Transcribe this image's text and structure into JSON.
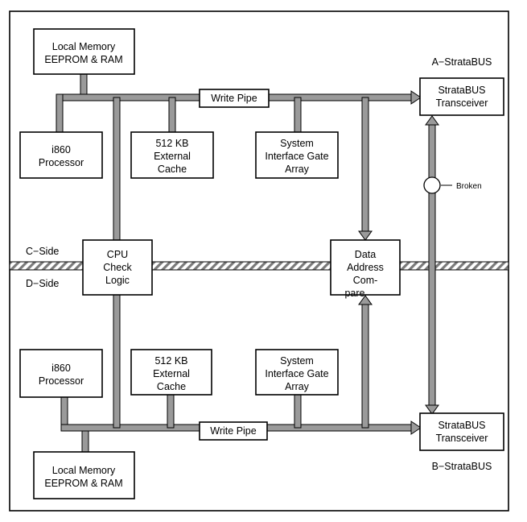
{
  "labels": {
    "local_memory_top": [
      "Local Memory",
      "EEPROM & RAM"
    ],
    "local_memory_bottom": [
      "Local Memory",
      "EEPROM & RAM"
    ],
    "i860_top": [
      "i860",
      "Processor"
    ],
    "i860_bottom": [
      "i860",
      "Processor"
    ],
    "cache_top": [
      "512 KB",
      "External",
      "Cache"
    ],
    "cache_bottom": [
      "512 KB",
      "External",
      "Cache"
    ],
    "sga_top": [
      "System",
      "Interface Gate",
      "Array"
    ],
    "sga_bottom": [
      "System",
      "Interface Gate",
      "Array"
    ],
    "write_pipe_top": "Write Pipe",
    "write_pipe_bottom": "Write Pipe",
    "transceiver_top": [
      "StrataBUS",
      "Transceiver"
    ],
    "transceiver_bottom": [
      "StrataBUS",
      "Transceiver"
    ],
    "cpu_check": [
      "CPU",
      "Check",
      "Logic"
    ],
    "data_address_compare": [
      "Data",
      "Address",
      "Com-",
      "pare"
    ],
    "a_stratabus": "A−StrataBUS",
    "b_stratabus": "B−StrataBUS",
    "c_side": "C−Side",
    "d_side": "D−Side",
    "broken": "Broken"
  },
  "colors": {
    "bus_fill": "#9a9a9a",
    "outline": "#000000",
    "background": "#ffffff"
  }
}
